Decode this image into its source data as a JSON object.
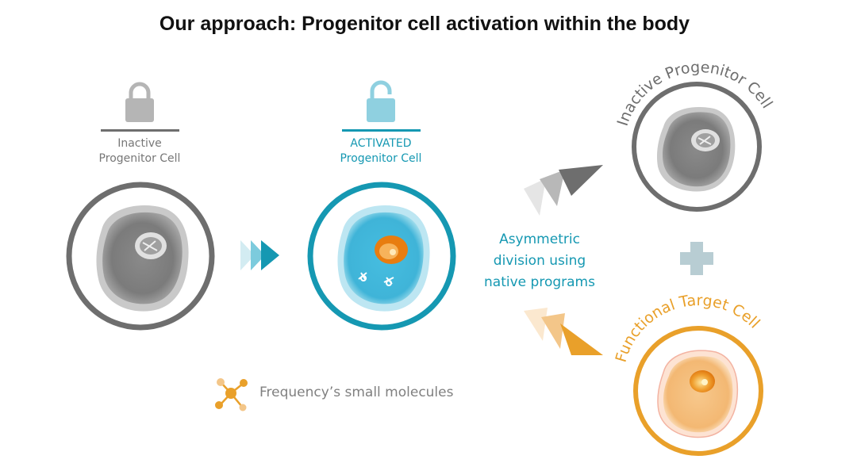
{
  "title": "Our approach: Progenitor cell activation within the body",
  "inactive_cell": {
    "label_line1": "Inactive",
    "label_line2": "Progenitor Cell",
    "icon": "locked-padlock-icon"
  },
  "activated_cell": {
    "label_line1": "ACTIVATED",
    "label_line2": "Progenitor Cell",
    "icon": "unlocked-padlock-icon"
  },
  "division": {
    "line1": "Asymmetric",
    "line2": "division using",
    "line3": "native programs"
  },
  "outcomes": {
    "top_label": "Inactive Progenitor Cell",
    "bottom_label": "Functional Target Cell",
    "plus_icon": "plus-icon"
  },
  "legend": {
    "text": "Frequency’s small molecules",
    "icon": "molecule-icon"
  },
  "colors": {
    "gray": "#6e6e6e",
    "teal": "#1598b2",
    "orange": "#e9a02a",
    "plus": "#b8cdd3"
  }
}
